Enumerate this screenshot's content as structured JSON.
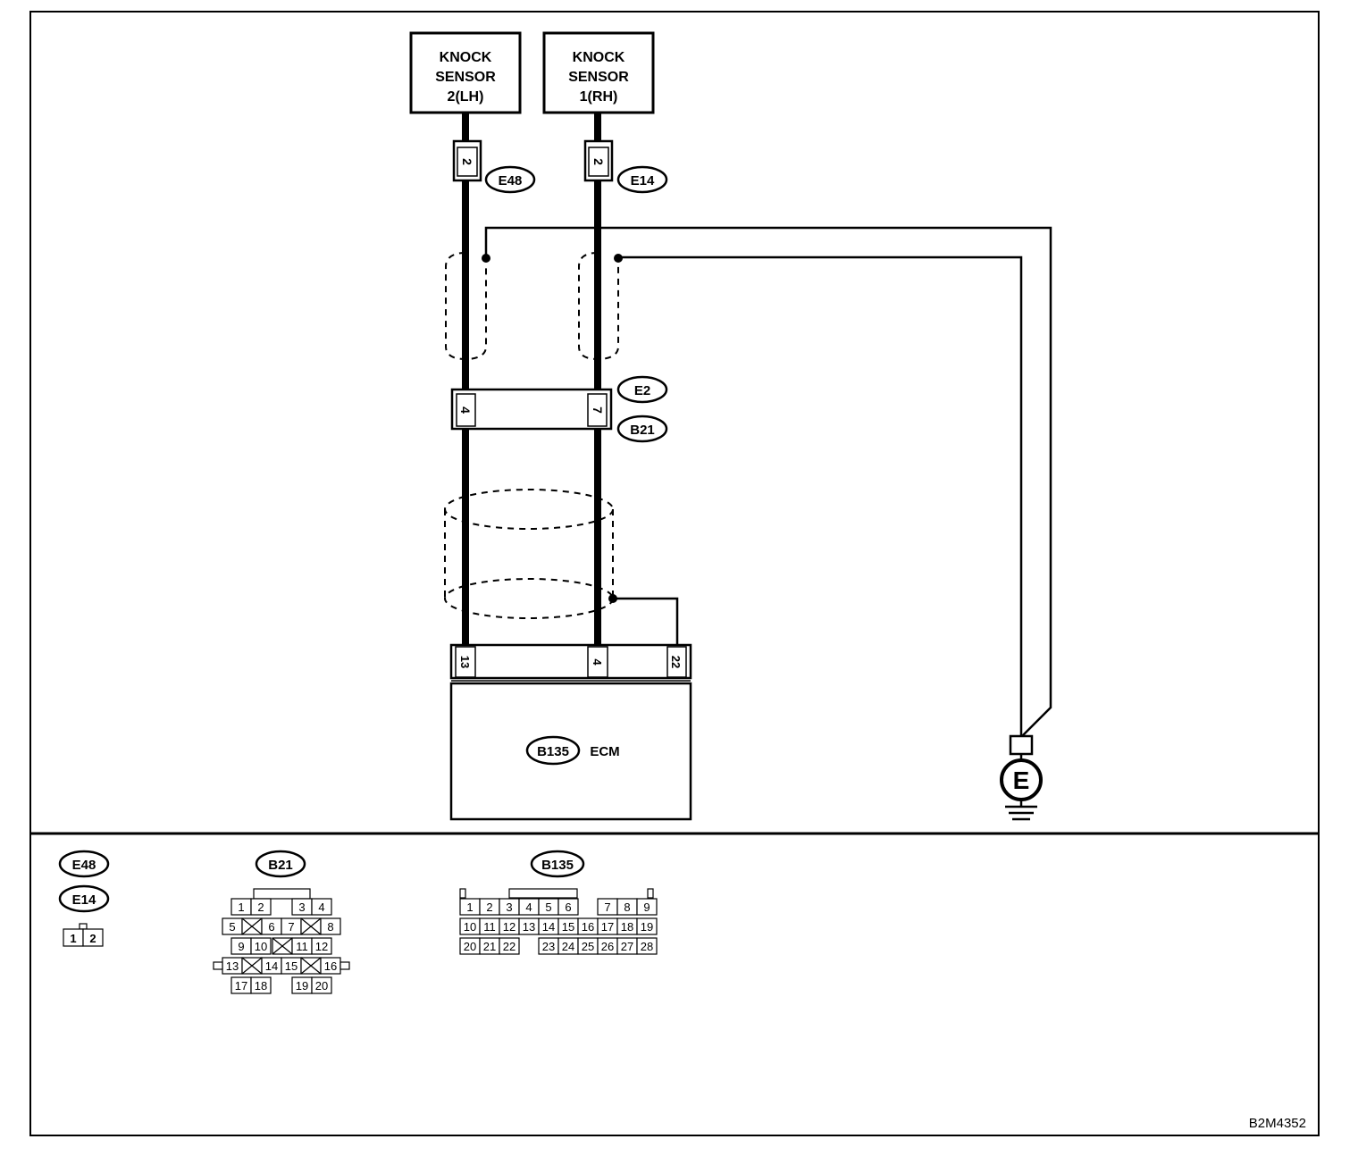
{
  "sensors": {
    "lh": {
      "line1": "KNOCK",
      "line2": "SENSOR",
      "line3": "2(LH)"
    },
    "rh": {
      "line1": "KNOCK",
      "line2": "SENSOR",
      "line3": "1(RH)"
    }
  },
  "connectors": {
    "e48": "E48",
    "e14": "E14",
    "e2": "E2",
    "b21": "B21",
    "b135": "B135"
  },
  "pins": {
    "e48_pin": "2",
    "e14_pin": "2",
    "e2_lh_pin": "4",
    "e2_rh_pin": "7",
    "ecm_lh_pin": "13",
    "ecm_rh_pin": "4",
    "ecm_shield_pin": "22"
  },
  "ecm_label": "ECM",
  "ground_label": "E",
  "figure_code": "B2M4352",
  "legend": {
    "e48": "E48",
    "e14": "E14",
    "e48_e14_pins": [
      "1",
      "2"
    ],
    "b21": "B21",
    "b21_rows": [
      [
        "1",
        "2",
        "3",
        "4"
      ],
      [
        "5",
        "6",
        "7",
        "8"
      ],
      [
        "9",
        "10",
        "11",
        "12"
      ],
      [
        "13",
        "14",
        "15",
        "16"
      ],
      [
        "17",
        "18",
        "19",
        "20"
      ]
    ],
    "b135": "B135",
    "b135_rows": [
      [
        "1",
        "2",
        "3",
        "4",
        "5",
        "6",
        "7",
        "8",
        "9"
      ],
      [
        "10",
        "11",
        "12",
        "13",
        "14",
        "15",
        "16",
        "17",
        "18",
        "19"
      ],
      [
        "20",
        "21",
        "22",
        "23",
        "24",
        "25",
        "26",
        "27",
        "28"
      ]
    ]
  }
}
